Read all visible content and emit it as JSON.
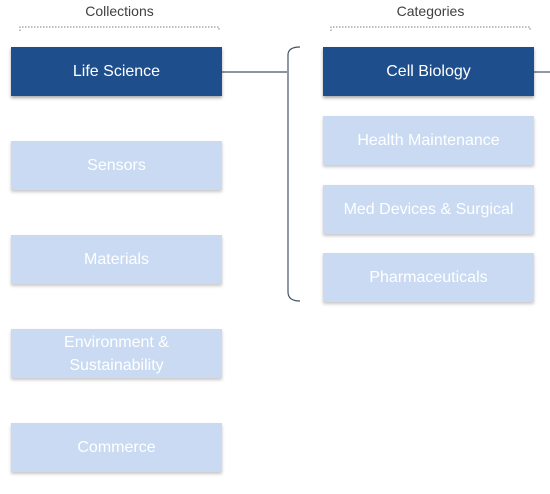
{
  "colors": {
    "active_fill": "#1f4e8c",
    "inactive_fill": "#c9daf2",
    "connector": "#44546a",
    "bracket": "#7f7f7f"
  },
  "collections": {
    "heading": "Collections",
    "items": [
      {
        "label": "Life Science",
        "active": true
      },
      {
        "label": "Sensors",
        "active": false
      },
      {
        "label": "Materials",
        "active": false
      },
      {
        "label": "Environment & Sustainability",
        "line1": "Environment &",
        "line2": "Sustainability",
        "active": false
      },
      {
        "label": "Commerce",
        "active": false
      }
    ]
  },
  "categories": {
    "heading": "Categories",
    "items": [
      {
        "label": "Cell Biology",
        "active": true
      },
      {
        "label": "Health Maintenance",
        "active": false
      },
      {
        "label": "Med Devices & Surgical",
        "active": false
      },
      {
        "label": "Pharmaceuticals",
        "active": false
      }
    ]
  }
}
